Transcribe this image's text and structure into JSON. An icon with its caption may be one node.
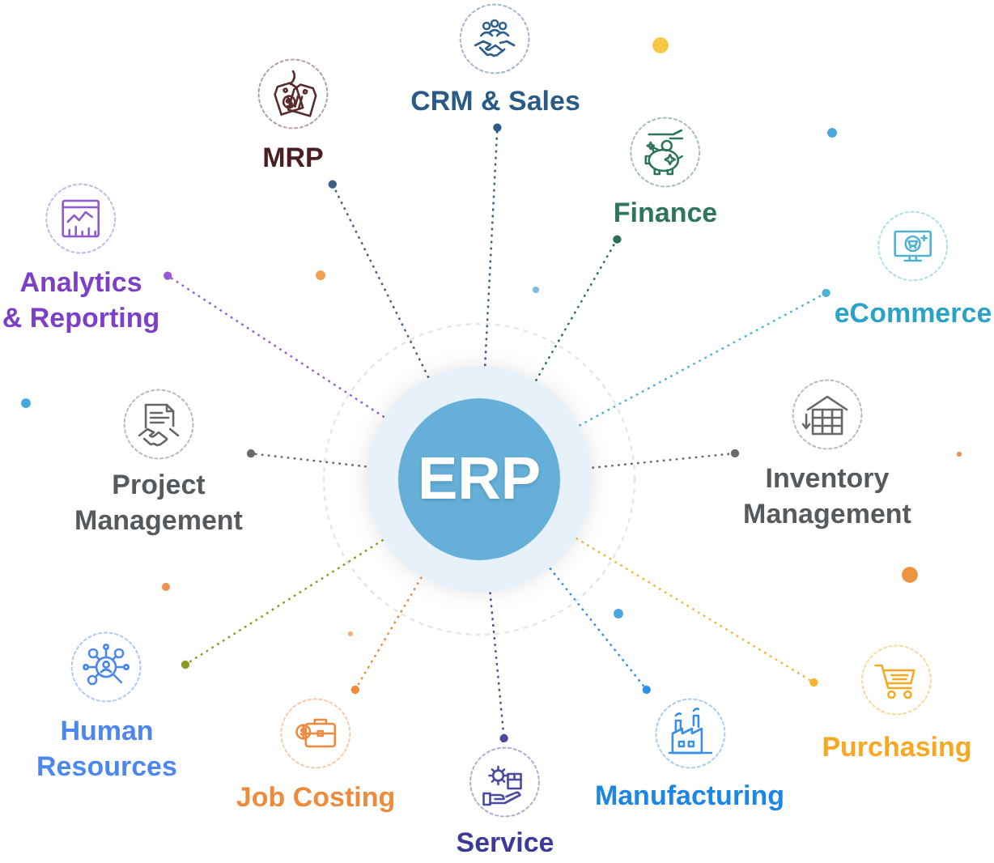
{
  "diagram": {
    "nodes": [
      {
        "text": [
          "ERP"
        ]
      },
      {
        "text": [
          "CRM & Sales"
        ]
      },
      {
        "text": [
          "MRP"
        ]
      },
      {
        "text": [
          "Finance"
        ]
      },
      {
        "text": [
          "Analytics & Reporting"
        ]
      },
      {
        "text": [
          "eCommerce"
        ]
      },
      {
        "text": [
          "Project Management"
        ]
      },
      {
        "text": [
          "Inventory Management"
        ]
      },
      {
        "text": [
          "Human Resources"
        ]
      },
      {
        "text": [
          "Purchasing"
        ]
      },
      {
        "text": [
          "Job Costing"
        ]
      },
      {
        "text": [
          "Manufacturing"
        ]
      },
      {
        "text": [
          "Service"
        ]
      }
    ],
    "edges": [
      {
        "from": 0,
        "to": 1,
        "arrow": "other",
        "style": "dashed",
        "color": "#2d5b86"
      },
      {
        "from": 0,
        "to": 2,
        "arrow": "other",
        "style": "dashed",
        "color": "#3e5f84"
      },
      {
        "from": 0,
        "to": 3,
        "arrow": "other",
        "style": "dashed",
        "color": "#2f6e5c"
      },
      {
        "from": 0,
        "to": 4,
        "arrow": "other",
        "style": "dashed",
        "color": "#9a5ad2"
      },
      {
        "from": 0,
        "to": 5,
        "arrow": "other",
        "style": "dashed",
        "color": "#4db3d2"
      },
      {
        "from": 0,
        "to": 6,
        "arrow": "other",
        "style": "dashed",
        "color": "#6b6b6b"
      },
      {
        "from": 0,
        "to": 7,
        "arrow": "other",
        "style": "dashed",
        "color": "#6b6b6b"
      },
      {
        "from": 0,
        "to": 8,
        "arrow": "other",
        "style": "dashed",
        "color": "#8f9a22"
      },
      {
        "from": 0,
        "to": 9,
        "arrow": "other",
        "style": "dashed",
        "color": "#f5b733"
      },
      {
        "from": 0,
        "to": 10,
        "arrow": "other",
        "style": "dashed",
        "color": "#ef8a3c"
      },
      {
        "from": 0,
        "to": 11,
        "arrow": "other",
        "style": "dashed",
        "color": "#2c8fe9"
      },
      {
        "from": 0,
        "to": 12,
        "arrow": "other",
        "style": "dashed",
        "color": "#4b4aa3"
      }
    ]
  }
}
